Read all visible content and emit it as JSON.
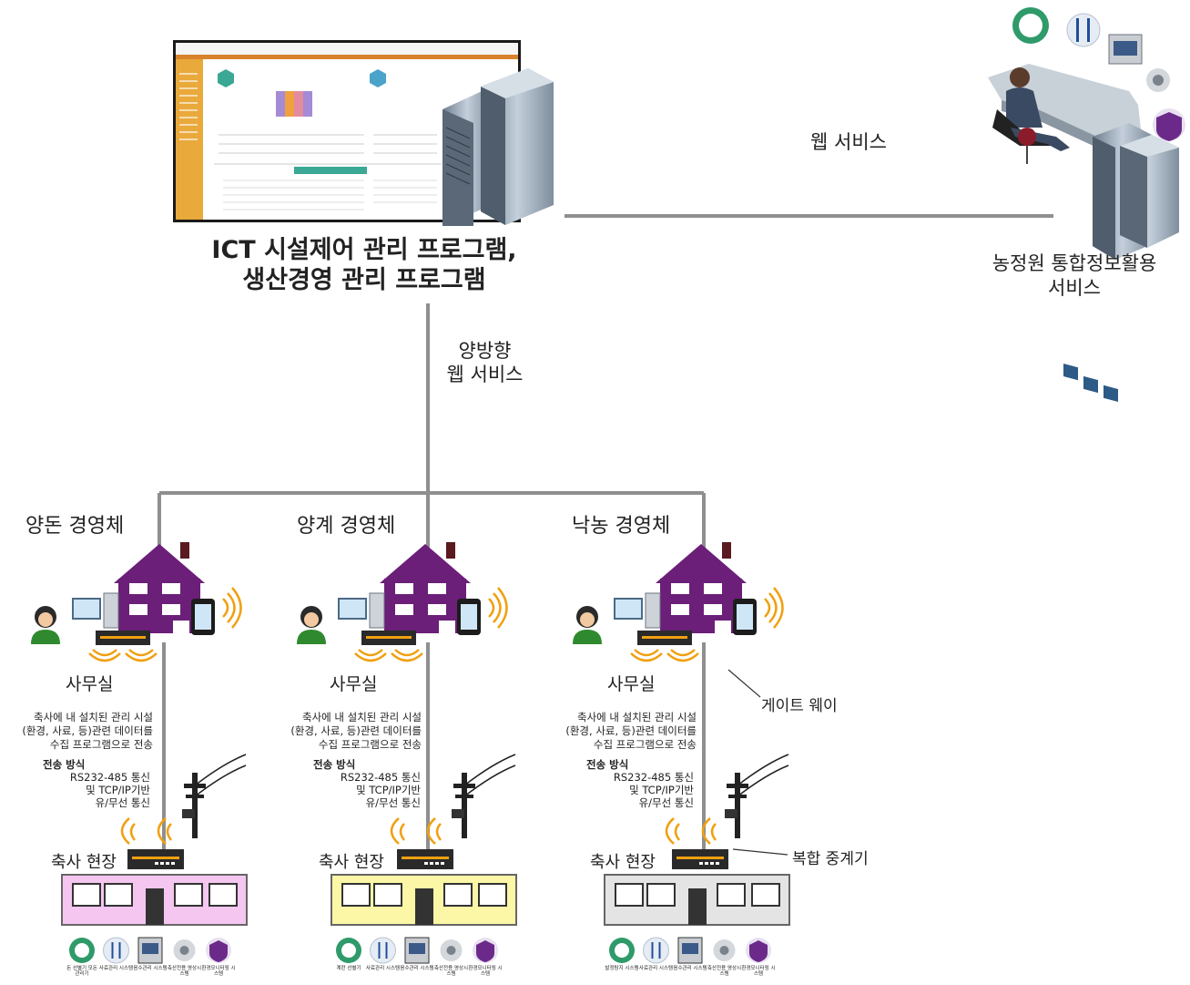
{
  "center": {
    "title_line1": "ICT 시설제어 관리 프로그램,",
    "title_line2": "생산경영 관리 프로그램"
  },
  "remote": {
    "link_label": "웹 서비스",
    "name_line1": "농정원 통합정보활용",
    "name_line2": "서비스"
  },
  "uplink": {
    "line1": "양방향",
    "line2": "웹 서비스"
  },
  "farms": [
    {
      "name": "양돈 경영체",
      "office": "사무실",
      "desc_line1": "축사에 내 설치된 관리 시설",
      "desc_line2": "(환경, 사료, 등)관련 데이터를",
      "desc_line3": "수집 프로그램으로 전송",
      "trans_title": "전송 방식",
      "trans_line1": "RS232-485 통신",
      "trans_line2": "및 TCP/IP기반",
      "trans_line3": "유/무선 통신",
      "site": "축사 현장",
      "building_color": "#f5c6f0",
      "systems": [
        "돈 선별기 모돈 관리기",
        "사료관리 시스템",
        "음수관리 시스템",
        "축산전용 영상시스템",
        "환경모니터링 시스템"
      ]
    },
    {
      "name": "양계 경영체",
      "office": "사무실",
      "desc_line1": "축사에 내 설치된 관리 시설",
      "desc_line2": "(환경, 사료, 등)관련 데이터를",
      "desc_line3": "수집 프로그램으로 전송",
      "trans_title": "전송 방식",
      "trans_line1": "RS232-485 통신",
      "trans_line2": "및 TCP/IP기반",
      "trans_line3": "유/무선 통신",
      "site": "축사 현장",
      "building_color": "#fbf7a6",
      "systems": [
        "계란 선별기",
        "사료관리 시스템",
        "음수관리 시스템",
        "축산전용 영상시스템",
        "환경모니터링 시스템"
      ]
    },
    {
      "name": "낙농 경영체",
      "office": "사무실",
      "desc_line1": "축사에 내 설치된 관리 시설",
      "desc_line2": "(환경, 사료, 등)관련 데이터를",
      "desc_line3": "수집 프로그램으로 전송",
      "trans_title": "전송 방식",
      "trans_line1": "RS232-485 통신",
      "trans_line2": "및 TCP/IP기반",
      "trans_line3": "유/무선 통신",
      "site": "축사 현장",
      "building_color": "#e4e4e4",
      "systems": [
        "발정탐지 시스템",
        "사료관리 시스템",
        "음수관리 시스템",
        "축산전용 영상시스템",
        "환경모니터링 시스템"
      ]
    }
  ],
  "callouts": {
    "gateway": "게이트 웨이",
    "repeater": "복합 중계기"
  },
  "colors": {
    "house": "#6b1f78",
    "line": "#8f8f8f",
    "accent": "#f0a010",
    "sidebar": "#e9a93b",
    "teal": "#3aa894"
  }
}
